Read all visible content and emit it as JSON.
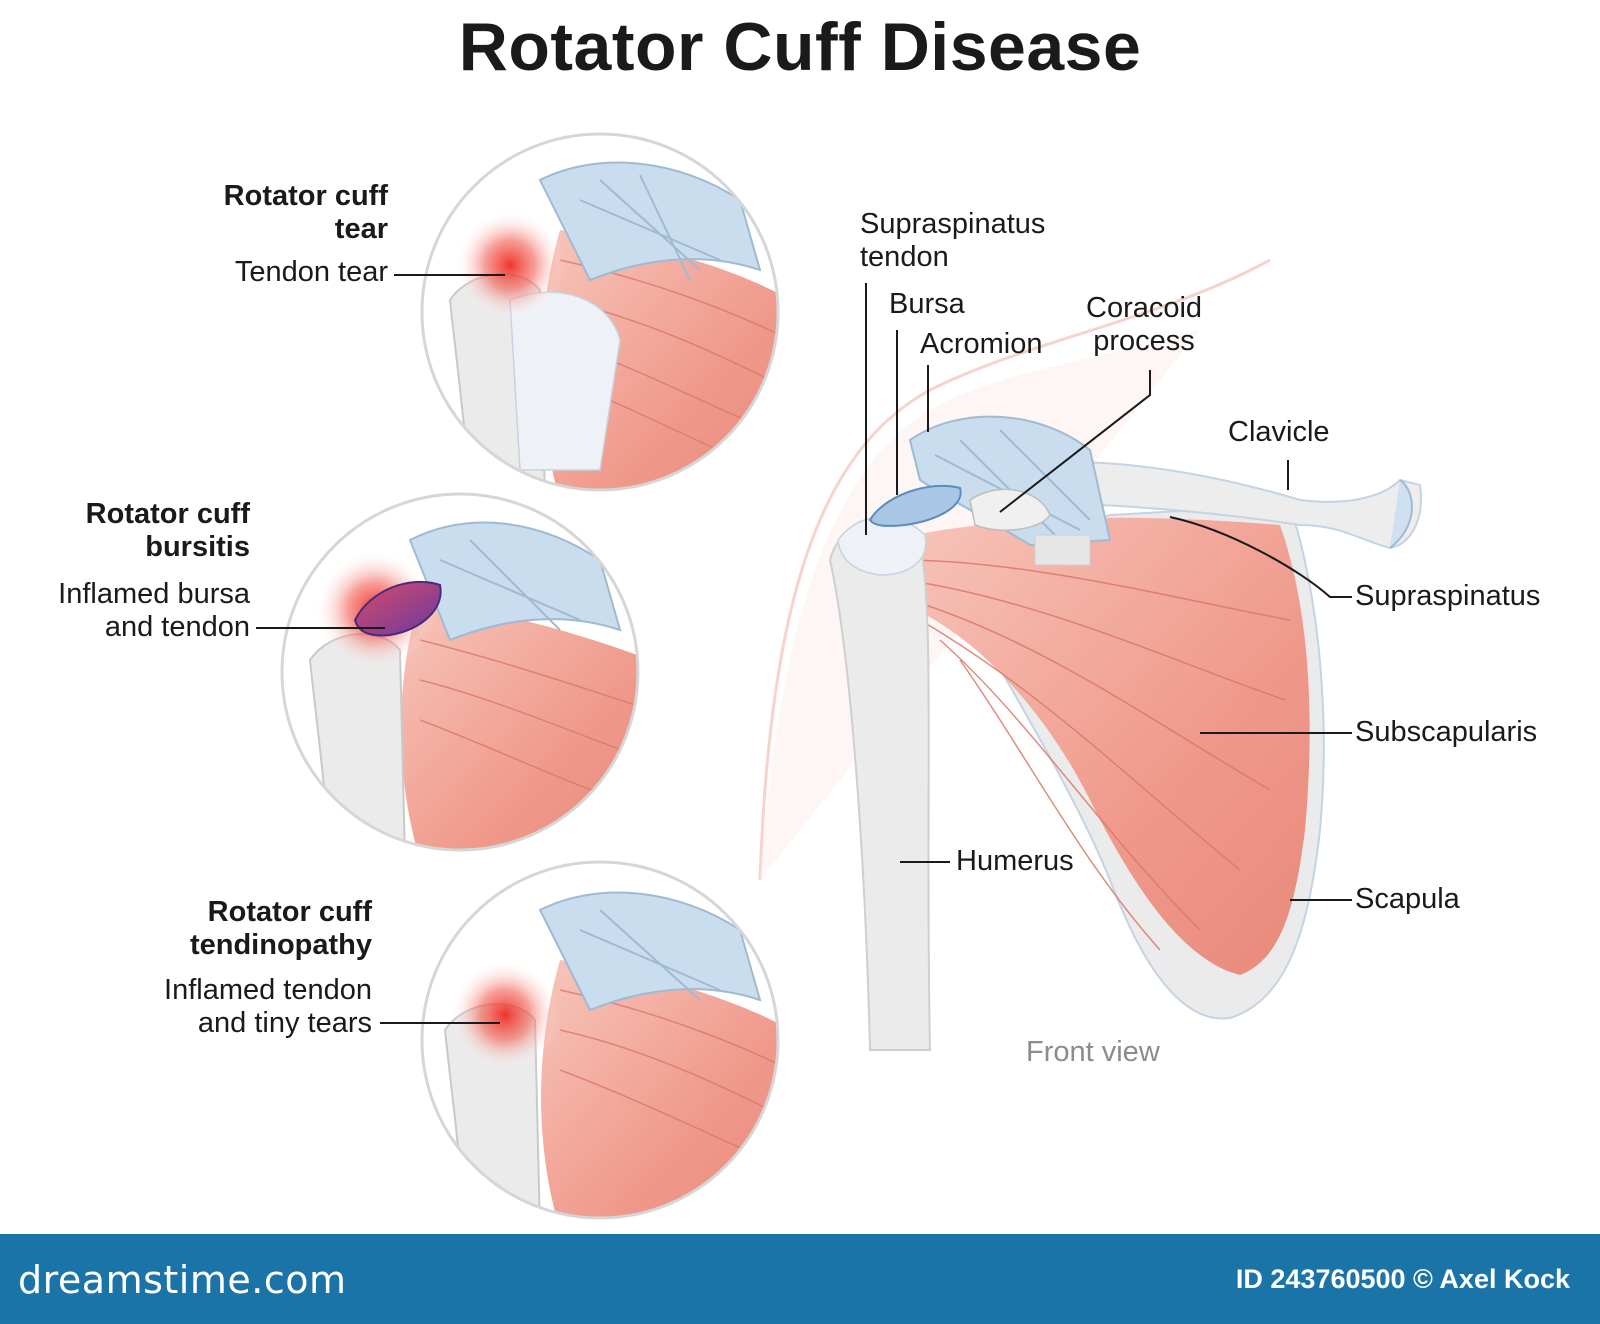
{
  "title": "Rotator Cuff Disease",
  "panels": [
    {
      "heading": "Rotator cuff\ntear",
      "label": "Tendon tear"
    },
    {
      "heading": "Rotator cuff\nbursitis",
      "label": "Inflamed bursa\nand tendon"
    },
    {
      "heading": "Rotator cuff\ntendinopathy",
      "label": "Inflamed tendon\nand tiny tears"
    }
  ],
  "anatomy": {
    "supraspinatus_tendon": "Supraspinatus\ntendon",
    "bursa": "Bursa",
    "acromion": "Acromion",
    "coracoid": "Coracoid\nprocess",
    "clavicle": "Clavicle",
    "supraspinatus": "Supraspinatus",
    "subscapularis": "Subscapularis",
    "humerus": "Humerus",
    "scapula": "Scapula",
    "view": "Front view"
  },
  "footer": {
    "brand": "dreamstime.com",
    "credit": "ID 243760500 © Axel Kock"
  },
  "colors": {
    "muscle": "#f2a89a",
    "muscle_dark": "#e47f72",
    "tendon": "#c9ddee",
    "bone": "#ebebeb",
    "inflammation": "#ee2a1f",
    "footer_bar": "#1a74a8"
  }
}
